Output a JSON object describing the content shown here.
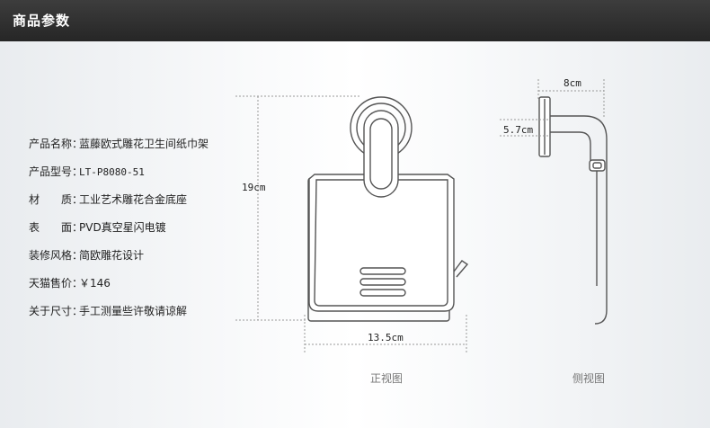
{
  "header": {
    "title": "商品参数"
  },
  "params": [
    {
      "label": "产品名称：",
      "value": "蓝藤欧式雕花卫生间纸巾架"
    },
    {
      "label": "产品型号：",
      "value": "LT-P8080-51"
    },
    {
      "label": "材　　质：",
      "value": "工业艺术雕花合金底座"
    },
    {
      "label": "表　　面：",
      "value": "PVD真空星闪电镀"
    },
    {
      "label": "装修风格：",
      "value": "简欧雕花设计"
    },
    {
      "label": "天猫售价：",
      "value": "￥146"
    },
    {
      "label": "关于尺寸：",
      "value": "手工测量些许敬请谅解"
    }
  ],
  "diagram": {
    "front_height": "19cm",
    "front_width": "13.5cm",
    "side_depth": "8cm",
    "side_base": "5.7cm",
    "front_caption": "正视图",
    "side_caption": "侧视图",
    "line_color": "#555555",
    "dim_color": "#999999"
  }
}
